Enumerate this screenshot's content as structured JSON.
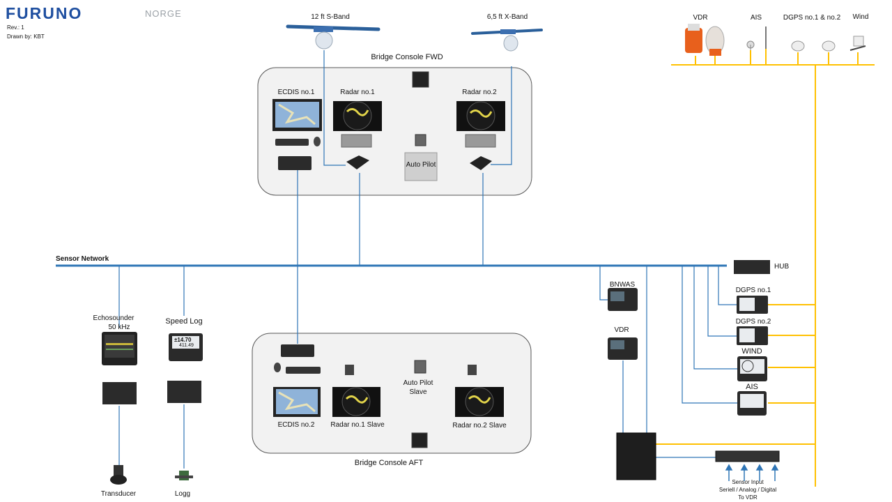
{
  "header": {
    "brand": "FURUNO",
    "brand_sub": "NORGE",
    "revision": "Rev.: 1",
    "drawn_by": "Drawn by: KBT"
  },
  "antennas": {
    "s_band": "12 ft S-Band",
    "x_band": "6,5 ft X-Band"
  },
  "bridge_fwd": {
    "title": "Bridge Console FWD",
    "ecdis": "ECDIS no.1",
    "radar1": "Radar no.1",
    "radar2": "Radar no.2",
    "autopilot": "Auto Pilot"
  },
  "bridge_aft": {
    "title": "Bridge Console AFT",
    "ecdis": "ECDIS no.2",
    "radar1": "Radar no.1 Slave",
    "radar2": "Radar no.2 Slave",
    "autopilot_l1": "Auto Pilot",
    "autopilot_l2": "Slave"
  },
  "network": {
    "label": "Sensor Network",
    "hub": "HUB"
  },
  "sensors_left": {
    "echo_l1": "Echosounder",
    "echo_l2": "50 kHz",
    "speedlog": "Speed Log",
    "speedlog_display_1": "±14.70",
    "speedlog_display_2": "411.49",
    "transducer": "Transducer",
    "logg": "Logg"
  },
  "sensors_right": {
    "bnwas": "BNWAS",
    "vdr": "VDR",
    "dgps1": "DGPS no.1",
    "dgps2": "DGPS no.2",
    "wind": "WIND",
    "ais": "AIS"
  },
  "mast": {
    "vdr": "VDR",
    "ais": "AIS",
    "dgps": "DGPS no.1 & no.2",
    "wind": "Wind"
  },
  "sensor_input": {
    "l1": "Sensor Input",
    "l2": "Seriell  / Analog  / Digital",
    "l3": "To VDR"
  },
  "colors": {
    "network_blue": "#2e75b6",
    "feed_yellow": "#ffc000",
    "console_fill": "#f2f2f2",
    "brand_blue": "#1f4fa0"
  }
}
